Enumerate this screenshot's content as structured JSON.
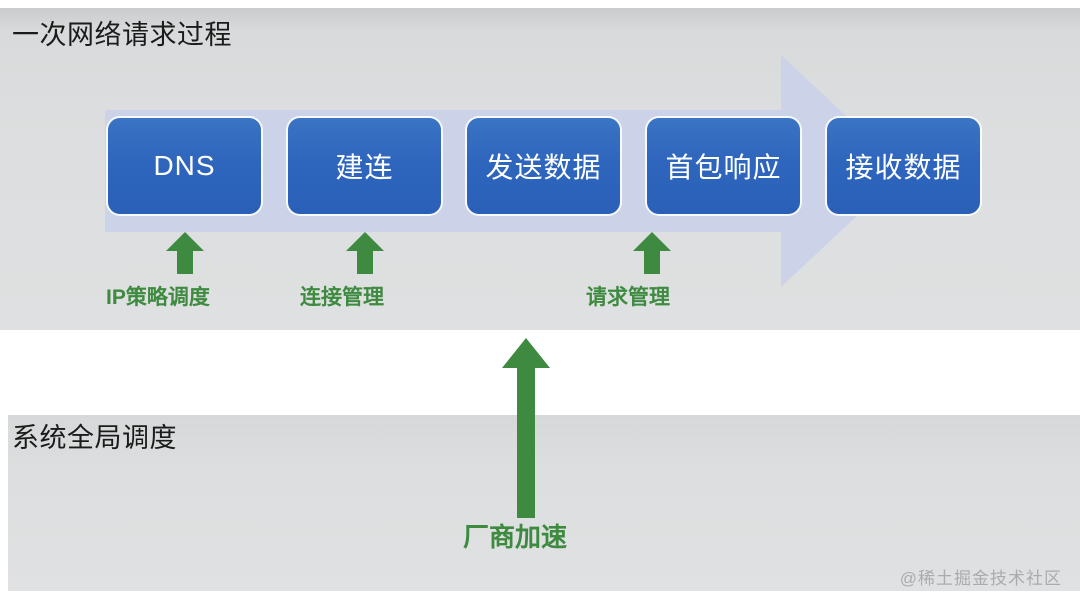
{
  "diagram": {
    "watermark": "@稀土掘金技术社区",
    "colors": {
      "box_blue": "#2f66bd",
      "accent_green": "#3d8a40",
      "panel_grey": "#dcdedf",
      "flow_arrow_blue": "#ccd3e8",
      "page_background": "#ffffff"
    },
    "panels": [
      {
        "id": "top",
        "title": "一次网络请求过程",
        "flow_arrow": {
          "name": "process-flow-arrow",
          "direction": "right",
          "color": "#ccd3e8"
        },
        "stages": [
          {
            "label": "DNS"
          },
          {
            "label": "建连"
          },
          {
            "label": "发送数据"
          },
          {
            "label": "首包响应"
          },
          {
            "label": "接收数据"
          }
        ],
        "annotations": [
          {
            "label": "IP策略调度",
            "points_to": "DNS"
          },
          {
            "label": "连接管理",
            "points_to": "建连"
          },
          {
            "label": "请求管理",
            "points_to": "首包响应"
          }
        ]
      },
      {
        "id": "bottom",
        "title": "系统全局调度",
        "annotations": [
          {
            "label": "厂商加速",
            "points_to": "发送数据"
          }
        ]
      }
    ]
  }
}
